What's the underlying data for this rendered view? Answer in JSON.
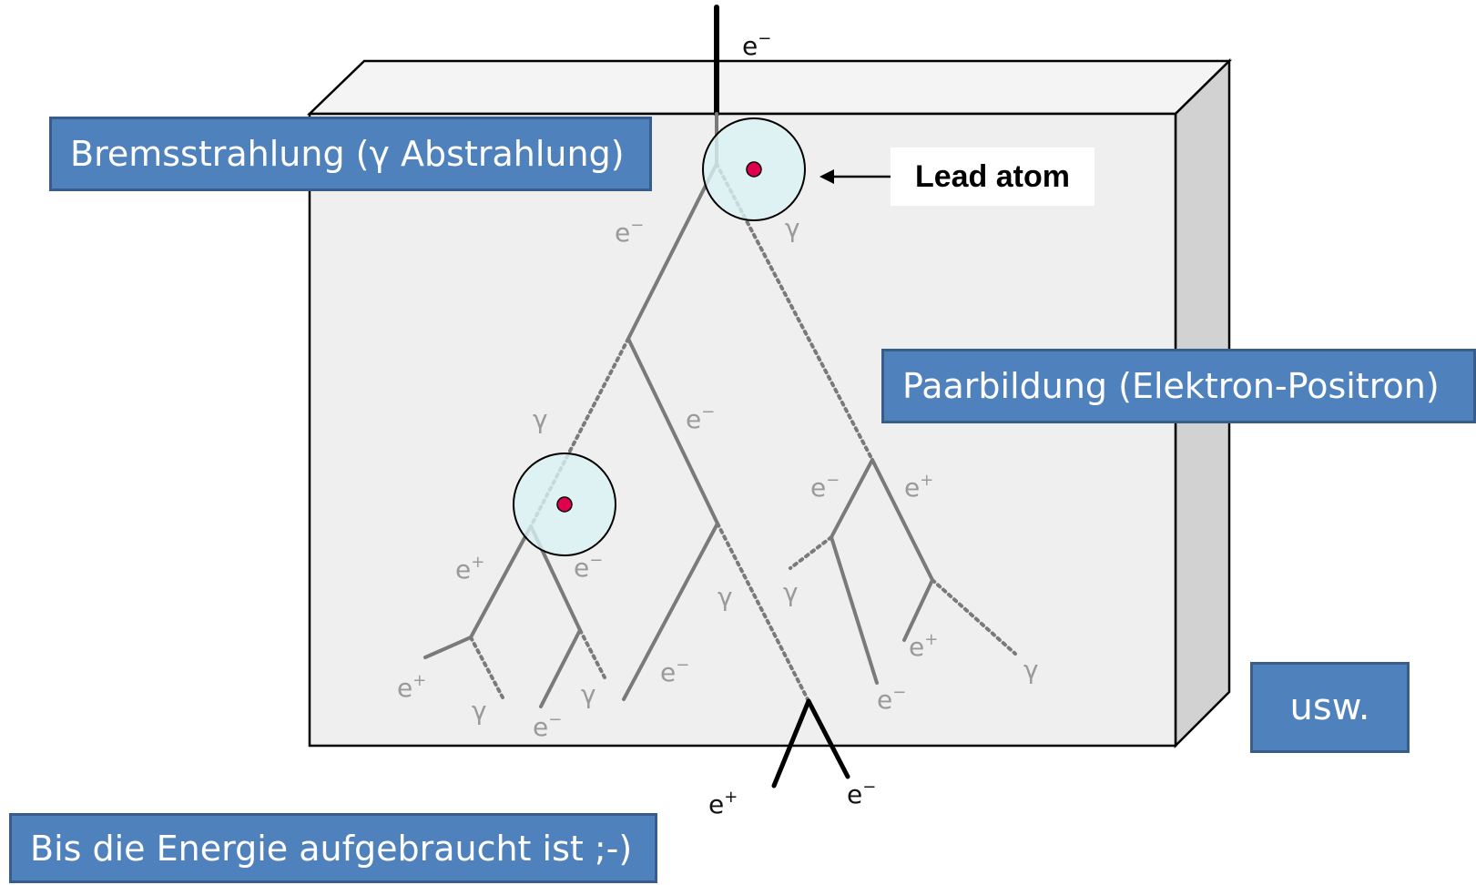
{
  "callouts": {
    "bremsstrahlung": "Bremsstrahlung (γ Abstrahlung)",
    "paarbildung": "Paarbildung (Elektron-Positron)",
    "usw": "usw.",
    "bis": "Bis die Energie aufgebraucht ist ;-)"
  },
  "lead_atom_label": "Lead atom",
  "particles": {
    "electron": "e",
    "positron": "e",
    "gamma": "γ",
    "minus": "−",
    "plus": "+"
  },
  "colors": {
    "callout_fill": "#4f81bd",
    "callout_border": "#385d8a",
    "block_face": "#efefef",
    "atom_fill": "#d9f2f4",
    "nucleus": "#e0004d"
  }
}
